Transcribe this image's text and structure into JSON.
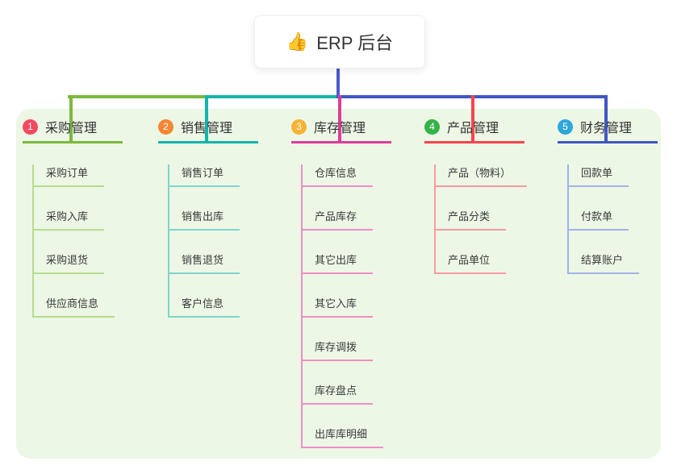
{
  "root": {
    "emoji": "👍",
    "label": "ERP 后台"
  },
  "branches": [
    {
      "index": "1",
      "label": "采购管理",
      "color": "#7cb93e",
      "light_color": "#b7dc8f",
      "badge_color": "#f5495f",
      "items": [
        "采购订单",
        "采购入库",
        "采购退货",
        "供应商信息"
      ]
    },
    {
      "index": "2",
      "label": "销售管理",
      "color": "#12b5ab",
      "light_color": "#82d3cb",
      "badge_color": "#f58634",
      "items": [
        "销售订单",
        "销售出库",
        "销售退货",
        "客户信息"
      ]
    },
    {
      "index": "3",
      "label": "库存管理",
      "color": "#dd3d98",
      "light_color": "#ef8ec5",
      "badge_color": "#f9b233",
      "items": [
        "仓库信息",
        "产品库存",
        "其它出库",
        "其它入库",
        "库存调拨",
        "库存盘点",
        "出库库明细"
      ]
    },
    {
      "index": "4",
      "label": "产品管理",
      "color": "#f9444e",
      "light_color": "#f99a9e",
      "badge_color": "#35b34a",
      "items": [
        "产品（物料）",
        "产品分类",
        "产品单位"
      ]
    },
    {
      "index": "5",
      "label": "财务管理",
      "color": "#4156c5",
      "light_color": "#a3b2e8",
      "badge_color": "#2ea7db",
      "items": [
        "回款单",
        "付款单",
        "结算账户"
      ]
    }
  ],
  "connector": {
    "root_drop_color": "#4b5ace"
  },
  "panel": {
    "background": "#ecf7e6"
  }
}
